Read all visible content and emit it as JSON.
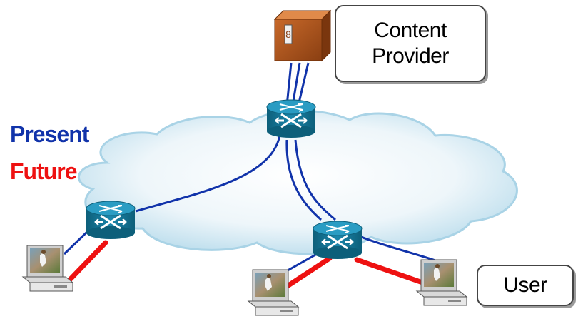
{
  "labels": {
    "content_provider_line1": "Content",
    "content_provider_line2": "Provider",
    "user": "User"
  },
  "legend": {
    "present": "Present",
    "future": "Future"
  },
  "colors": {
    "present": "#1133aa",
    "future": "#ee1111",
    "router": "#1a7fa0",
    "cloud": "#d8edf6",
    "server": "#b0561d"
  },
  "icons": [
    "server-icon",
    "router-icon",
    "computer-icon"
  ]
}
